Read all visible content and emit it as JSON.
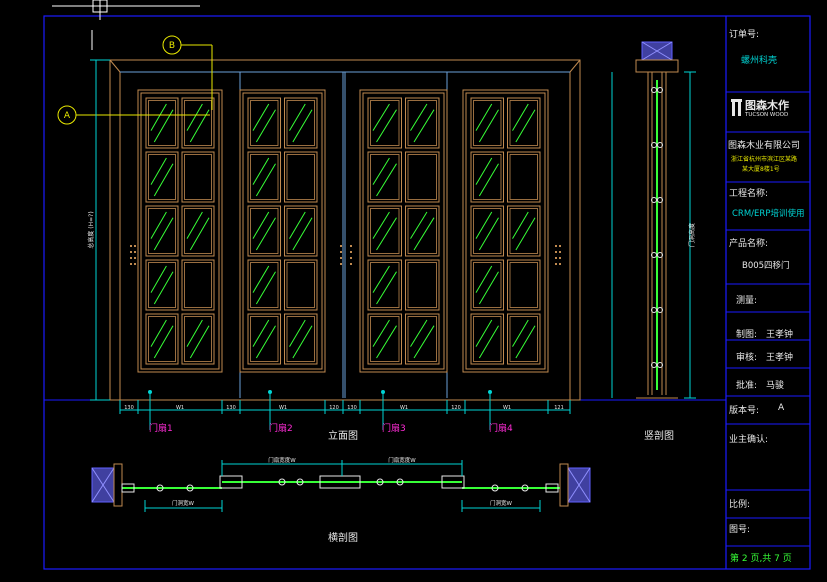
{
  "drawing": {
    "label_a": "A",
    "label_b": "B",
    "elevation_title": "立面图",
    "cross_section_title": "横剖图",
    "vertical_section_title": "竖剖图",
    "overall_height_label": "总高度 (H=?)",
    "side_height_label": "门洞高度",
    "door_labels": [
      "门扇1",
      "门扇2",
      "门扇3",
      "门扇4"
    ],
    "dim_small": [
      "130",
      "130",
      "120",
      "130",
      "120",
      "121"
    ],
    "dim_w": "W1",
    "cross_dim_top": [
      "门扇宽度W",
      "门扇宽度W"
    ],
    "cross_dim_bottom": [
      "门洞宽W",
      "门洞宽W"
    ]
  },
  "title_block": {
    "order_no_label": "订单号:",
    "order_no_value": "螺州科壳",
    "logo_cn": "图森木作",
    "logo_en": "TUCSON WOOD",
    "company": "图森木业有限公司",
    "address_1": "浙江省杭州市滨江区某路",
    "address_2": "某大厦8楼1号",
    "project_label": "工程名称:",
    "project_value": "CRM/ERP培训使用",
    "product_label": "产品名称:",
    "product_value": "B005四移门",
    "measure_label": "测量:",
    "drafter_label": "制图:",
    "drafter_value": "王孝钟",
    "reviewer_label": "审核:",
    "reviewer_value": "王孝钟",
    "approver_label": "批准:",
    "approver_value": "马骏",
    "version_label": "版本号:",
    "version_value": "A",
    "owner_label": "业主确认:",
    "scale_label": "比例:",
    "drawing_no_label": "图号:",
    "page_text": "第 2 页,共 7 页"
  },
  "colors": {
    "background": "#000000",
    "border": "#1a1aff",
    "frame": "#c08a50",
    "glass_hatch": "#37ff37",
    "dimension": "#00d4d4",
    "text": "#e8e8e8",
    "label_magenta": "#ff2bd6",
    "callout_yellow": "#e8e800"
  }
}
